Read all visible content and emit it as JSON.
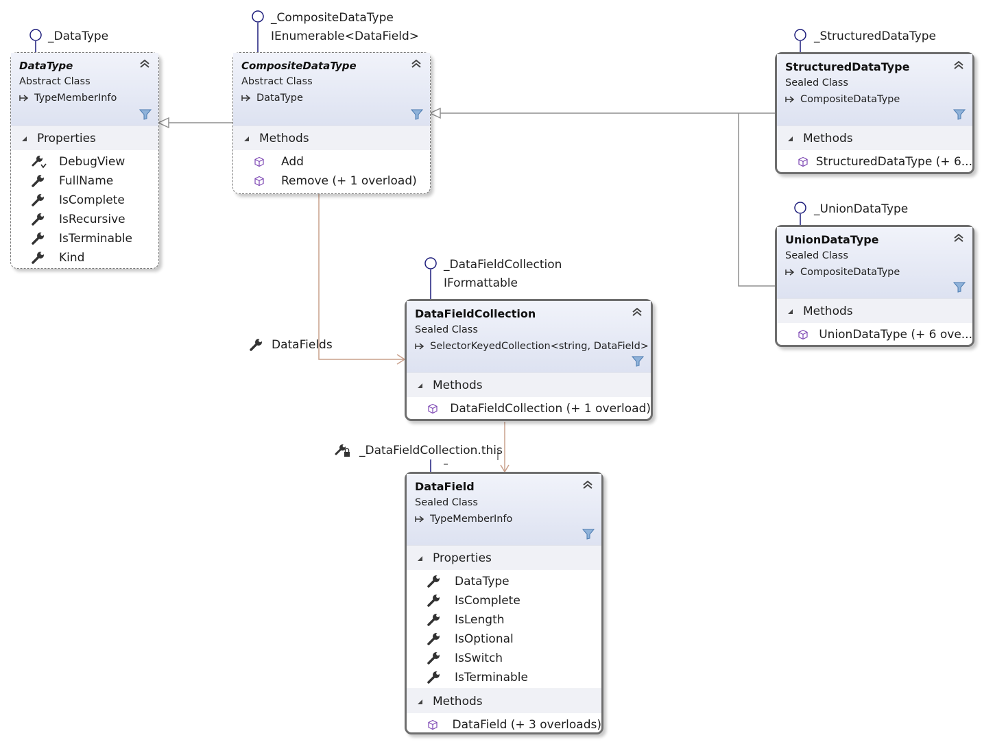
{
  "colors": {
    "lollipop": "#1b1b7a",
    "inheritance_line": "#8f8f8f",
    "association_line": "#c9a08c",
    "method_icon": "#7d47b3",
    "header_gradient_top": "#f1f3fa",
    "header_gradient_bottom": "#dde2f1"
  },
  "interface_labels": {
    "datatype": "_DataType",
    "composite_1": "_CompositeDataType",
    "composite_2": "IEnumerable<DataField>",
    "structured": "_StructuredDataType",
    "union": "_UnionDataType",
    "collection_1": "_DataFieldCollection",
    "collection_2": "IFormattable"
  },
  "associations": {
    "datafields": "DataFields",
    "indexer": "_DataFieldCollection.this"
  },
  "classes": {
    "datatype": {
      "name": "DataType",
      "kind": "Abstract Class",
      "base": "TypeMemberInfo",
      "properties_label": "Properties",
      "properties": [
        "DebugView",
        "FullName",
        "IsComplete",
        "IsRecursive",
        "IsTerminable",
        "Kind"
      ]
    },
    "composite": {
      "name": "CompositeDataType",
      "kind": "Abstract Class",
      "base": "DataType",
      "methods_label": "Methods",
      "methods": [
        "Add",
        "Remove (+ 1 overload)"
      ]
    },
    "structured": {
      "name": "StructuredDataType",
      "kind": "Sealed Class",
      "base": "CompositeDataType",
      "methods_label": "Methods",
      "methods": [
        "StructuredDataType (+ 6..."
      ]
    },
    "union": {
      "name": "UnionDataType",
      "kind": "Sealed Class",
      "base": "CompositeDataType",
      "methods_label": "Methods",
      "methods": [
        "UnionDataType (+ 6 ove..."
      ]
    },
    "collection": {
      "name": "DataFieldCollection",
      "kind": "Sealed Class",
      "base": "SelectorKeyedCollection<string, DataField>",
      "methods_label": "Methods",
      "methods": [
        "DataFieldCollection (+ 1 overload)"
      ]
    },
    "datafield": {
      "name": "DataField",
      "kind": "Sealed Class",
      "base": "TypeMemberInfo",
      "properties_label": "Properties",
      "properties": [
        "DataType",
        "IsComplete",
        "IsLength",
        "IsOptional",
        "IsSwitch",
        "IsTerminable"
      ],
      "methods_label": "Methods",
      "methods": [
        "DataField (+ 3 overloads)"
      ]
    }
  }
}
